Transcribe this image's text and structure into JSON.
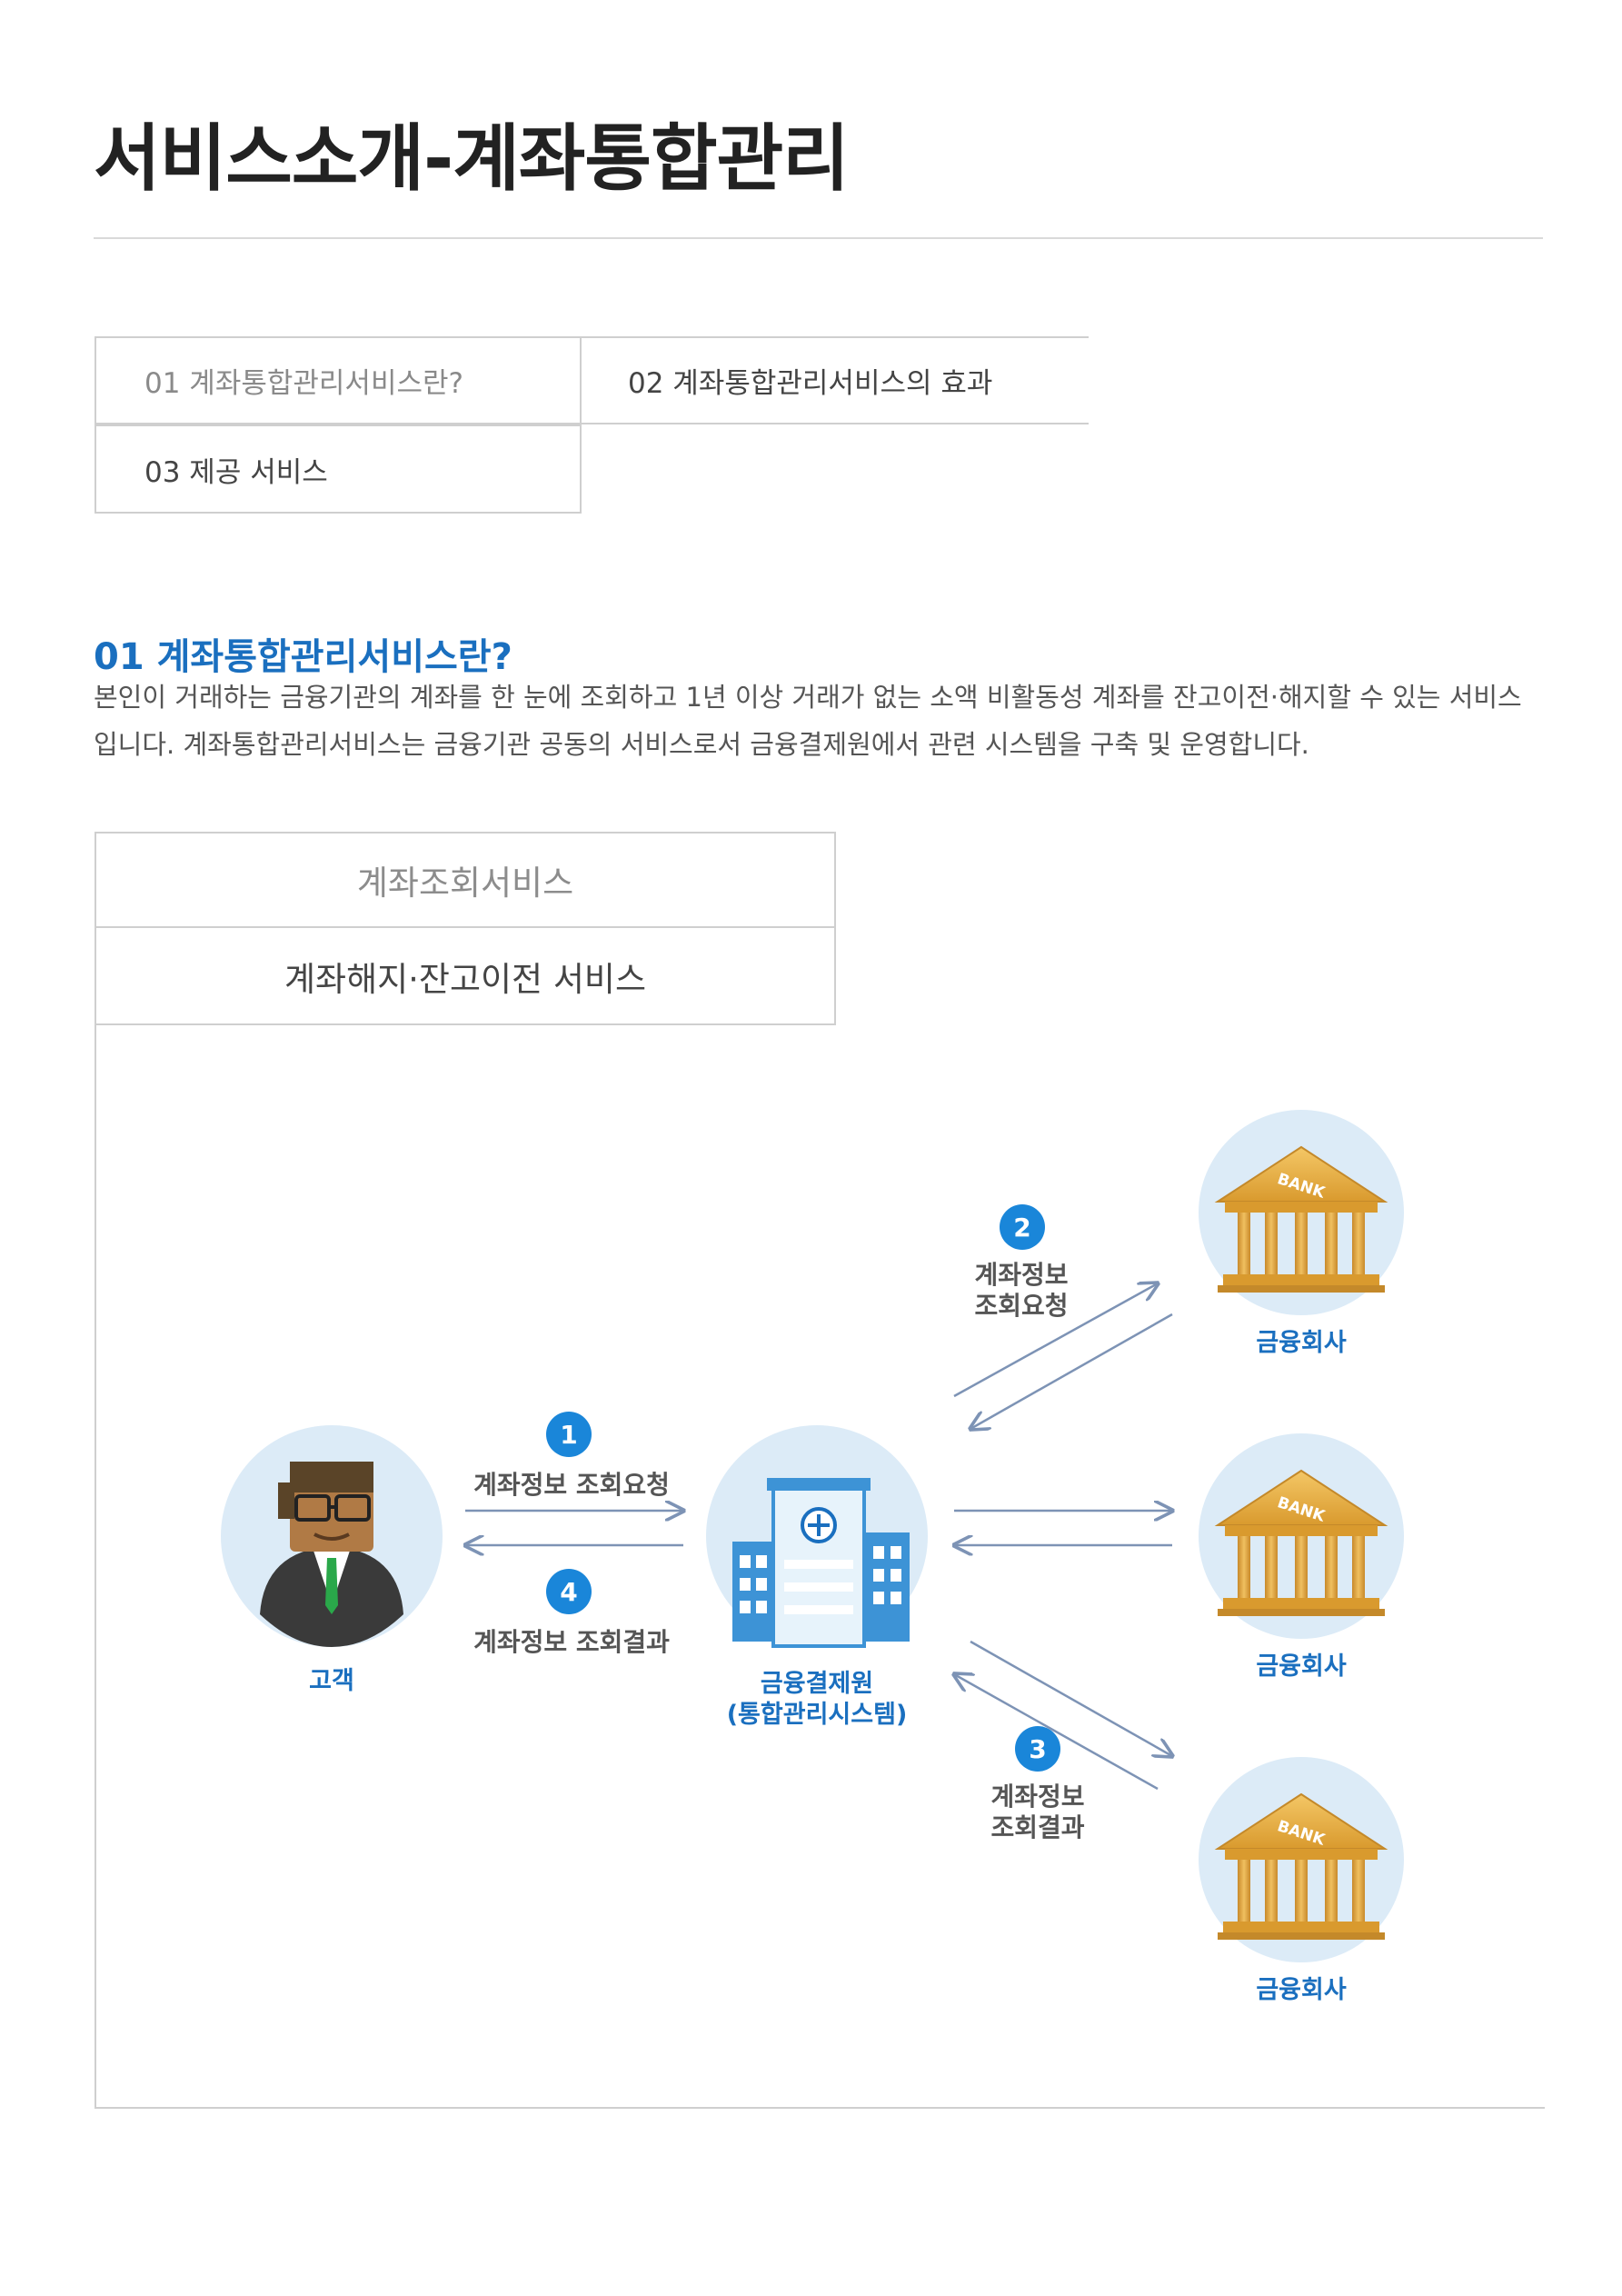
{
  "page": {
    "title": "서비스소개-계좌통합관리"
  },
  "tabs": [
    {
      "label": "01 계좌통합관리서비스란?"
    },
    {
      "label": "02 계좌통합관리서비스의 효과"
    },
    {
      "label": "03 제공 서비스"
    }
  ],
  "section": {
    "title": "01 계좌통합관리서비스란?",
    "description": "본인이 거래하는 금융기관의 계좌를 한 눈에 조회하고 1년 이상 거래가 없는 소액 비활동성 계좌를 잔고이전·해지할 수 있는 서비스입니다. 계좌통합관리서비스는 금융기관 공동의 서비스로서 금융결제원에서 관련 시스템을 구축 및 운영합니다."
  },
  "subtabs": [
    {
      "label": "계좌조회서비스"
    },
    {
      "label": "계좌해지·잔고이전 서비스"
    }
  ],
  "diagram": {
    "customer": {
      "label": "고객"
    },
    "center": {
      "line1": "금융결제원",
      "line2": "(통합관리시스템)"
    },
    "bank_label": "BANK",
    "banks": [
      {
        "label": "금융회사"
      },
      {
        "label": "금융회사"
      },
      {
        "label": "금융회사"
      }
    ],
    "steps": [
      {
        "num": "1",
        "text": "계좌정보 조회요청"
      },
      {
        "num": "2",
        "line1": "계좌정보",
        "line2": "조회요청"
      },
      {
        "num": "3",
        "line1": "계좌정보",
        "line2": "조회결과"
      },
      {
        "num": "4",
        "text": "계좌정보 조회결과"
      }
    ],
    "colors": {
      "accent": "#1a6fbf",
      "badge": "#1a86d9",
      "circle": "#dcebf7",
      "arrow": "#7d93b5",
      "gold": "#e8b24a"
    }
  }
}
